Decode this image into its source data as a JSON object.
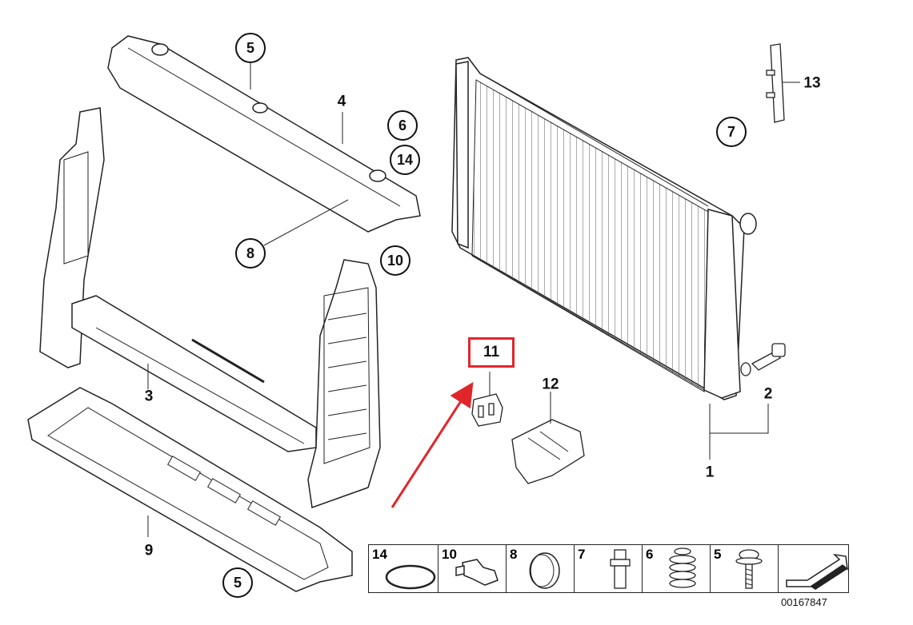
{
  "diagram": {
    "highlight_color": "#e0262b",
    "highlighted_part": "11",
    "callouts": {
      "c1": "1",
      "c2": "2",
      "c3": "3",
      "c4": "4",
      "c9": "9",
      "c12": "12",
      "c13": "13"
    },
    "circled": {
      "c5_top": "5",
      "c6": "6",
      "c14": "14",
      "c7": "7",
      "c8": "8",
      "c10": "10",
      "c5_bottom": "5"
    },
    "highlight_label": "11",
    "legend": [
      "14",
      "10",
      "8",
      "7",
      "6",
      "5"
    ],
    "document_number": "00167847"
  }
}
